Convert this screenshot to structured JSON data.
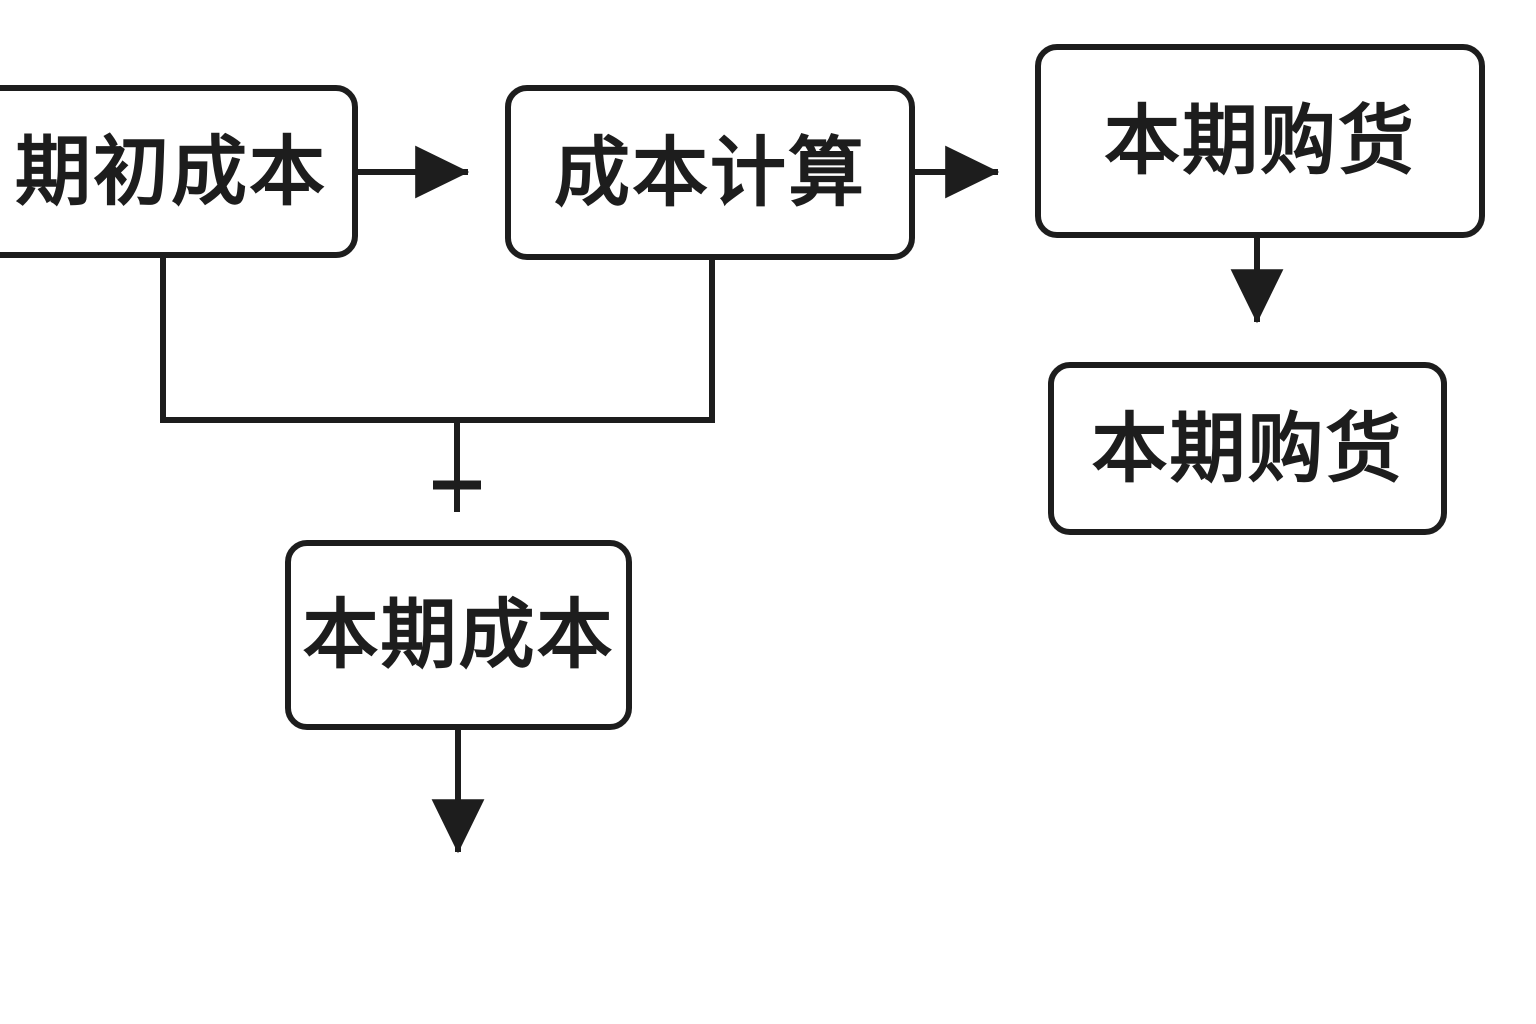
{
  "diagram": {
    "type": "flowchart",
    "title": "",
    "background_color": "#ffffff",
    "stroke_color": "#1d1d1d",
    "stroke_width": 6,
    "nodes": [
      {
        "id": "opening-cost",
        "label": "期初成本",
        "shape": "rounded-rectangle"
      },
      {
        "id": "cost-calculation",
        "label": "成本计算",
        "shape": "rounded-rectangle"
      },
      {
        "id": "current-purchase-top",
        "label": "本期购货",
        "shape": "rounded-rectangle"
      },
      {
        "id": "current-purchase-bottom",
        "label": "本期购货",
        "shape": "rounded-rectangle"
      },
      {
        "id": "current-cost",
        "label": "本期成本",
        "shape": "rounded-rectangle"
      }
    ],
    "operators": [
      {
        "id": "plus-operator",
        "symbol": "+"
      }
    ],
    "edges": [
      {
        "id": "edge-opening-to-calculation",
        "from": "opening-cost",
        "to": "cost-calculation",
        "style": "solid-arrow",
        "direction": "right"
      },
      {
        "id": "edge-calculation-to-purchase",
        "from": "cost-calculation",
        "to": "current-purchase-top",
        "style": "solid-arrow",
        "direction": "right"
      },
      {
        "id": "edge-purchase-top-to-bottom",
        "from": "current-purchase-top",
        "to": "current-purchase-bottom",
        "style": "solid-arrow",
        "direction": "down"
      },
      {
        "id": "edge-merge-to-plus",
        "from": "opening-cost+cost-calculation",
        "to": "plus-operator",
        "style": "solid-merge",
        "direction": "down"
      },
      {
        "id": "edge-current-cost-out",
        "from": "current-cost",
        "to": "",
        "style": "solid-arrow",
        "direction": "down"
      }
    ]
  }
}
